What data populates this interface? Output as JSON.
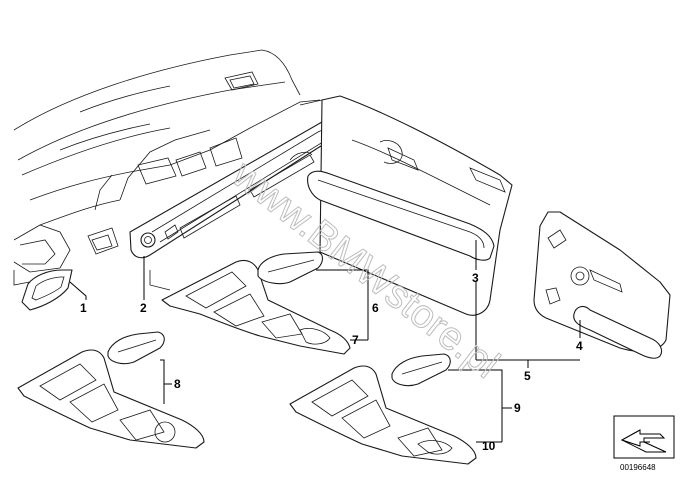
{
  "callouts": {
    "c1": "1",
    "c2": "2",
    "c3": "3",
    "c4": "4",
    "c5": "5",
    "c6": "6",
    "c7": "7",
    "c8": "8",
    "c9": "9",
    "c10": "10"
  },
  "watermark": "www.BMWstore.pl",
  "document_id": "00196648",
  "icons": {
    "view_symbol": "isometric-view-arrow-icon"
  }
}
